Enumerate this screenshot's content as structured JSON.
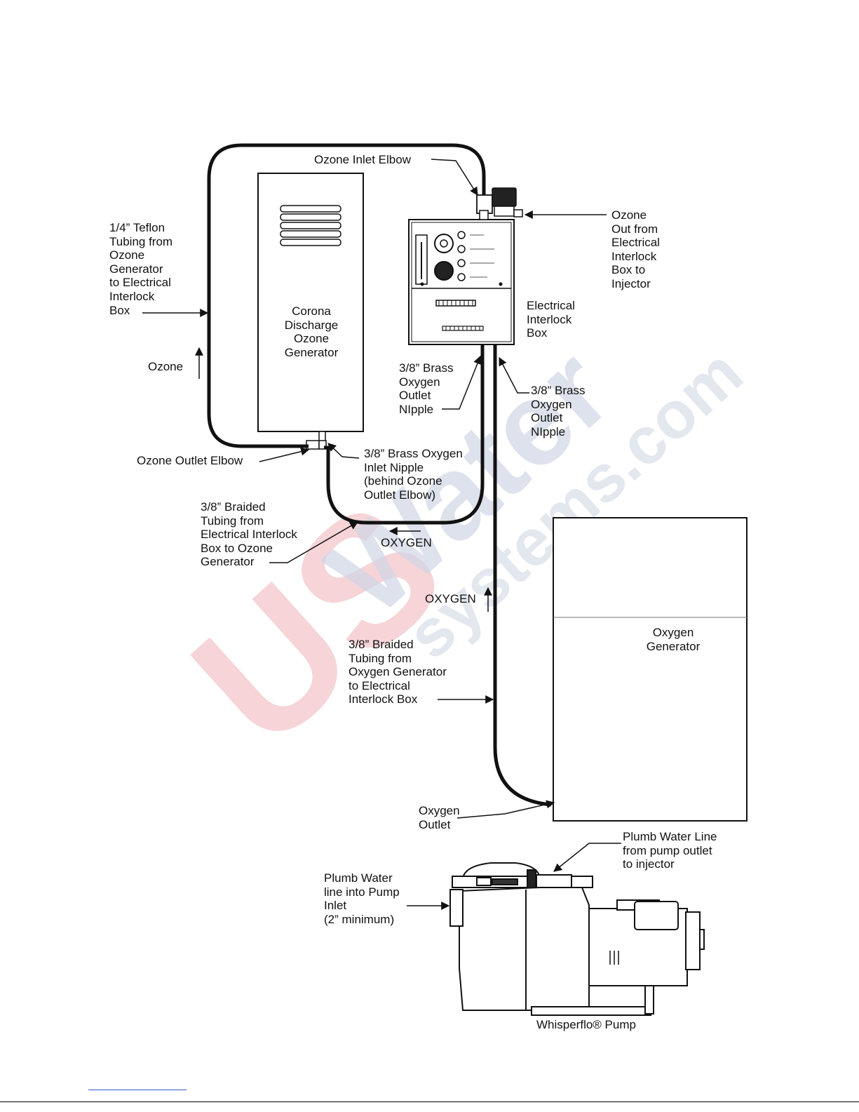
{
  "colors": {
    "line": "#111111",
    "watermark_red": "#f3c6cc",
    "watermark_blue": "#cfd6e6"
  },
  "watermark": {
    "us": "US",
    "water": "Water",
    "systems": "systems.com"
  },
  "labels": {
    "ozone_inlet_elbow": "Ozone Inlet Elbow",
    "ozone_out": "Ozone\nOut from\nElectrical\nInterlock\nBox to\nInjector",
    "teflon_tubing": "1/4” Teflon\nTubing from\nOzone\nGenerator\nto Electrical\nInterlock\nBox",
    "corona_generator": "Corona\nDischarge\nOzone\nGenerator",
    "electrical_interlock_box": "Electrical\nInterlock\nBox",
    "ozone_flow": "Ozone",
    "brass_outlet_nipple_left": "3/8” Brass\nOxygen\nOutlet\nNIpple",
    "brass_outlet_nipple_right": "3/8” Brass\nOxygen\nOutlet\nNIpple",
    "ozone_outlet_elbow": "Ozone Outlet Elbow",
    "brass_inlet_nipple": "3/8” Brass Oxygen\nInlet Nipple\n(behind Ozone\nOutlet Elbow)",
    "braided_to_generator": "3/8” Braided\nTubing from\nElectrical Interlock\nBox to Ozone\nGenerator",
    "oxygen_flow_1": "OXYGEN",
    "oxygen_flow_2": "OXYGEN",
    "oxygen_generator": "Oxygen\nGenerator",
    "braided_from_oxygen": "3/8” Braided\nTubing from\nOxygen Generator\nto Electrical\nInterlock Box",
    "oxygen_outlet": "Oxygen\nOutlet",
    "plumb_outlet": "Plumb Water Line\nfrom pump outlet\nto injector",
    "plumb_inlet": "Plumb Water\nline into Pump\nInlet\n(2” minimum)",
    "pump_name": "Whisperflo® Pump"
  }
}
